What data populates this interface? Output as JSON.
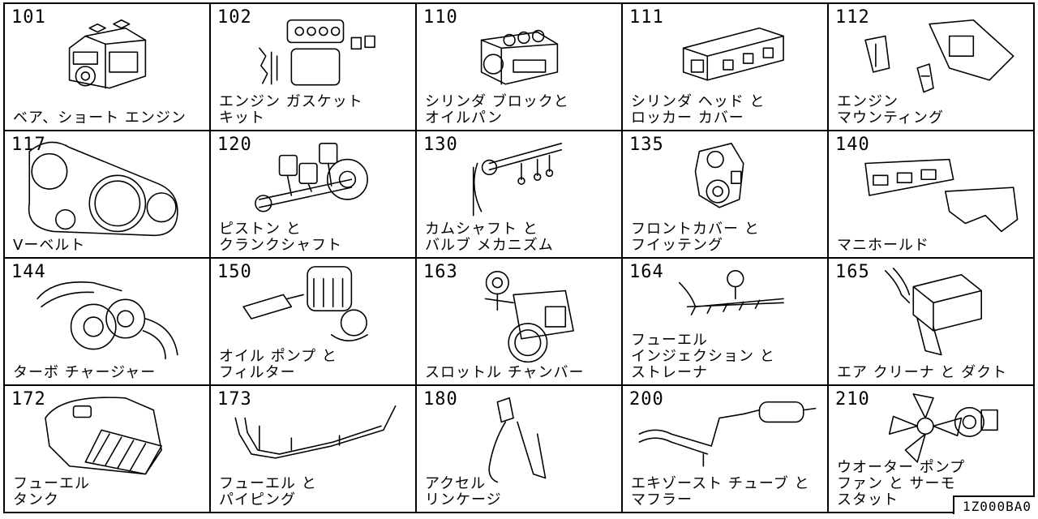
{
  "sections": [
    {
      "code": "101",
      "label": [
        "ベア、ショート エンジン"
      ],
      "icon": "engine-block-icon"
    },
    {
      "code": "102",
      "label": [
        "エンジン ガスケット",
        "キット"
      ],
      "icon": "gasket-kit-icon"
    },
    {
      "code": "110",
      "label": [
        "シリンダ ブロックと",
        "オイルパン"
      ],
      "icon": "cylinder-block-icon"
    },
    {
      "code": "111",
      "label": [
        "シリンダ ヘッド と",
        "ロッカー カバー"
      ],
      "icon": "cylinder-head-icon"
    },
    {
      "code": "112",
      "label": [
        "エンジン",
        "マウンティング"
      ],
      "icon": "engine-mount-icon"
    },
    {
      "code": "117",
      "label": [
        "Vーベルト"
      ],
      "icon": "v-belt-icon"
    },
    {
      "code": "120",
      "label": [
        "ピストン と",
        "クランクシャフト"
      ],
      "icon": "piston-crankshaft-icon"
    },
    {
      "code": "130",
      "label": [
        "カムシャフト と",
        "バルブ メカニズム"
      ],
      "icon": "camshaft-icon"
    },
    {
      "code": "135",
      "label": [
        "フロントカバー と",
        "フイッテング"
      ],
      "icon": "front-cover-icon"
    },
    {
      "code": "140",
      "label": [
        "マニホールド"
      ],
      "icon": "manifold-icon"
    },
    {
      "code": "144",
      "label": [
        "ターボ チャージャー"
      ],
      "icon": "turbocharger-icon"
    },
    {
      "code": "150",
      "label": [
        "オイル ポンプ と",
        "フィルター"
      ],
      "icon": "oil-pump-filter-icon"
    },
    {
      "code": "163",
      "label": [
        "スロットル チャンバー"
      ],
      "icon": "throttle-chamber-icon"
    },
    {
      "code": "164",
      "label": [
        "フューエル",
        "インジェクション と",
        "ストレーナ"
      ],
      "icon": "fuel-injection-icon"
    },
    {
      "code": "165",
      "label": [
        "エア クリーナ と ダクト"
      ],
      "icon": "air-cleaner-icon"
    },
    {
      "code": "172",
      "label": [
        "フューエル",
        "タンク"
      ],
      "icon": "fuel-tank-icon"
    },
    {
      "code": "173",
      "label": [
        "フューエル と",
        "パイピング"
      ],
      "icon": "fuel-piping-icon"
    },
    {
      "code": "180",
      "label": [
        "アクセル",
        "リンケージ"
      ],
      "icon": "accelerator-linkage-icon"
    },
    {
      "code": "200",
      "label": [
        "エキゾースト チューブ と",
        "マフラー"
      ],
      "icon": "exhaust-muffler-icon"
    },
    {
      "code": "210",
      "label": [
        "ウオーター ポンプ",
        "ファン と サーモ",
        "スタット"
      ],
      "icon": "water-pump-fan-icon"
    }
  ],
  "reference_code": "1Z000BA0"
}
